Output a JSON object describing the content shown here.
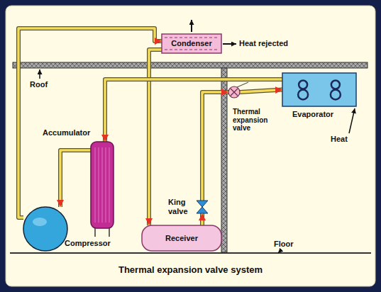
{
  "diagram": {
    "title": "Thermal expansion valve system",
    "nodes": [
      {
        "text": [
          "Condenser"
        ]
      },
      {
        "text": [
          "Evaporator"
        ]
      },
      {
        "text": [
          "Thermal expansion valve"
        ]
      },
      {
        "text": [
          "Accumulator"
        ]
      },
      {
        "text": [
          "King valve"
        ]
      },
      {
        "text": [
          "Compressor"
        ]
      },
      {
        "text": [
          "Receiver"
        ]
      }
    ],
    "edges": [
      {
        "from": 5,
        "to": 0,
        "arrow": "to"
      },
      {
        "from": 0,
        "to": 6,
        "arrow": "to"
      },
      {
        "from": 6,
        "to": 4,
        "arrow": "to"
      },
      {
        "from": 4,
        "to": 2,
        "arrow": "to"
      },
      {
        "from": 2,
        "to": 1,
        "arrow": "to"
      },
      {
        "from": 1,
        "to": 3,
        "arrow": "to"
      },
      {
        "from": 3,
        "to": 5,
        "arrow": "to"
      }
    ],
    "labels": [
      "Heat rejected",
      "Roof",
      "Floor",
      "Heat"
    ]
  }
}
